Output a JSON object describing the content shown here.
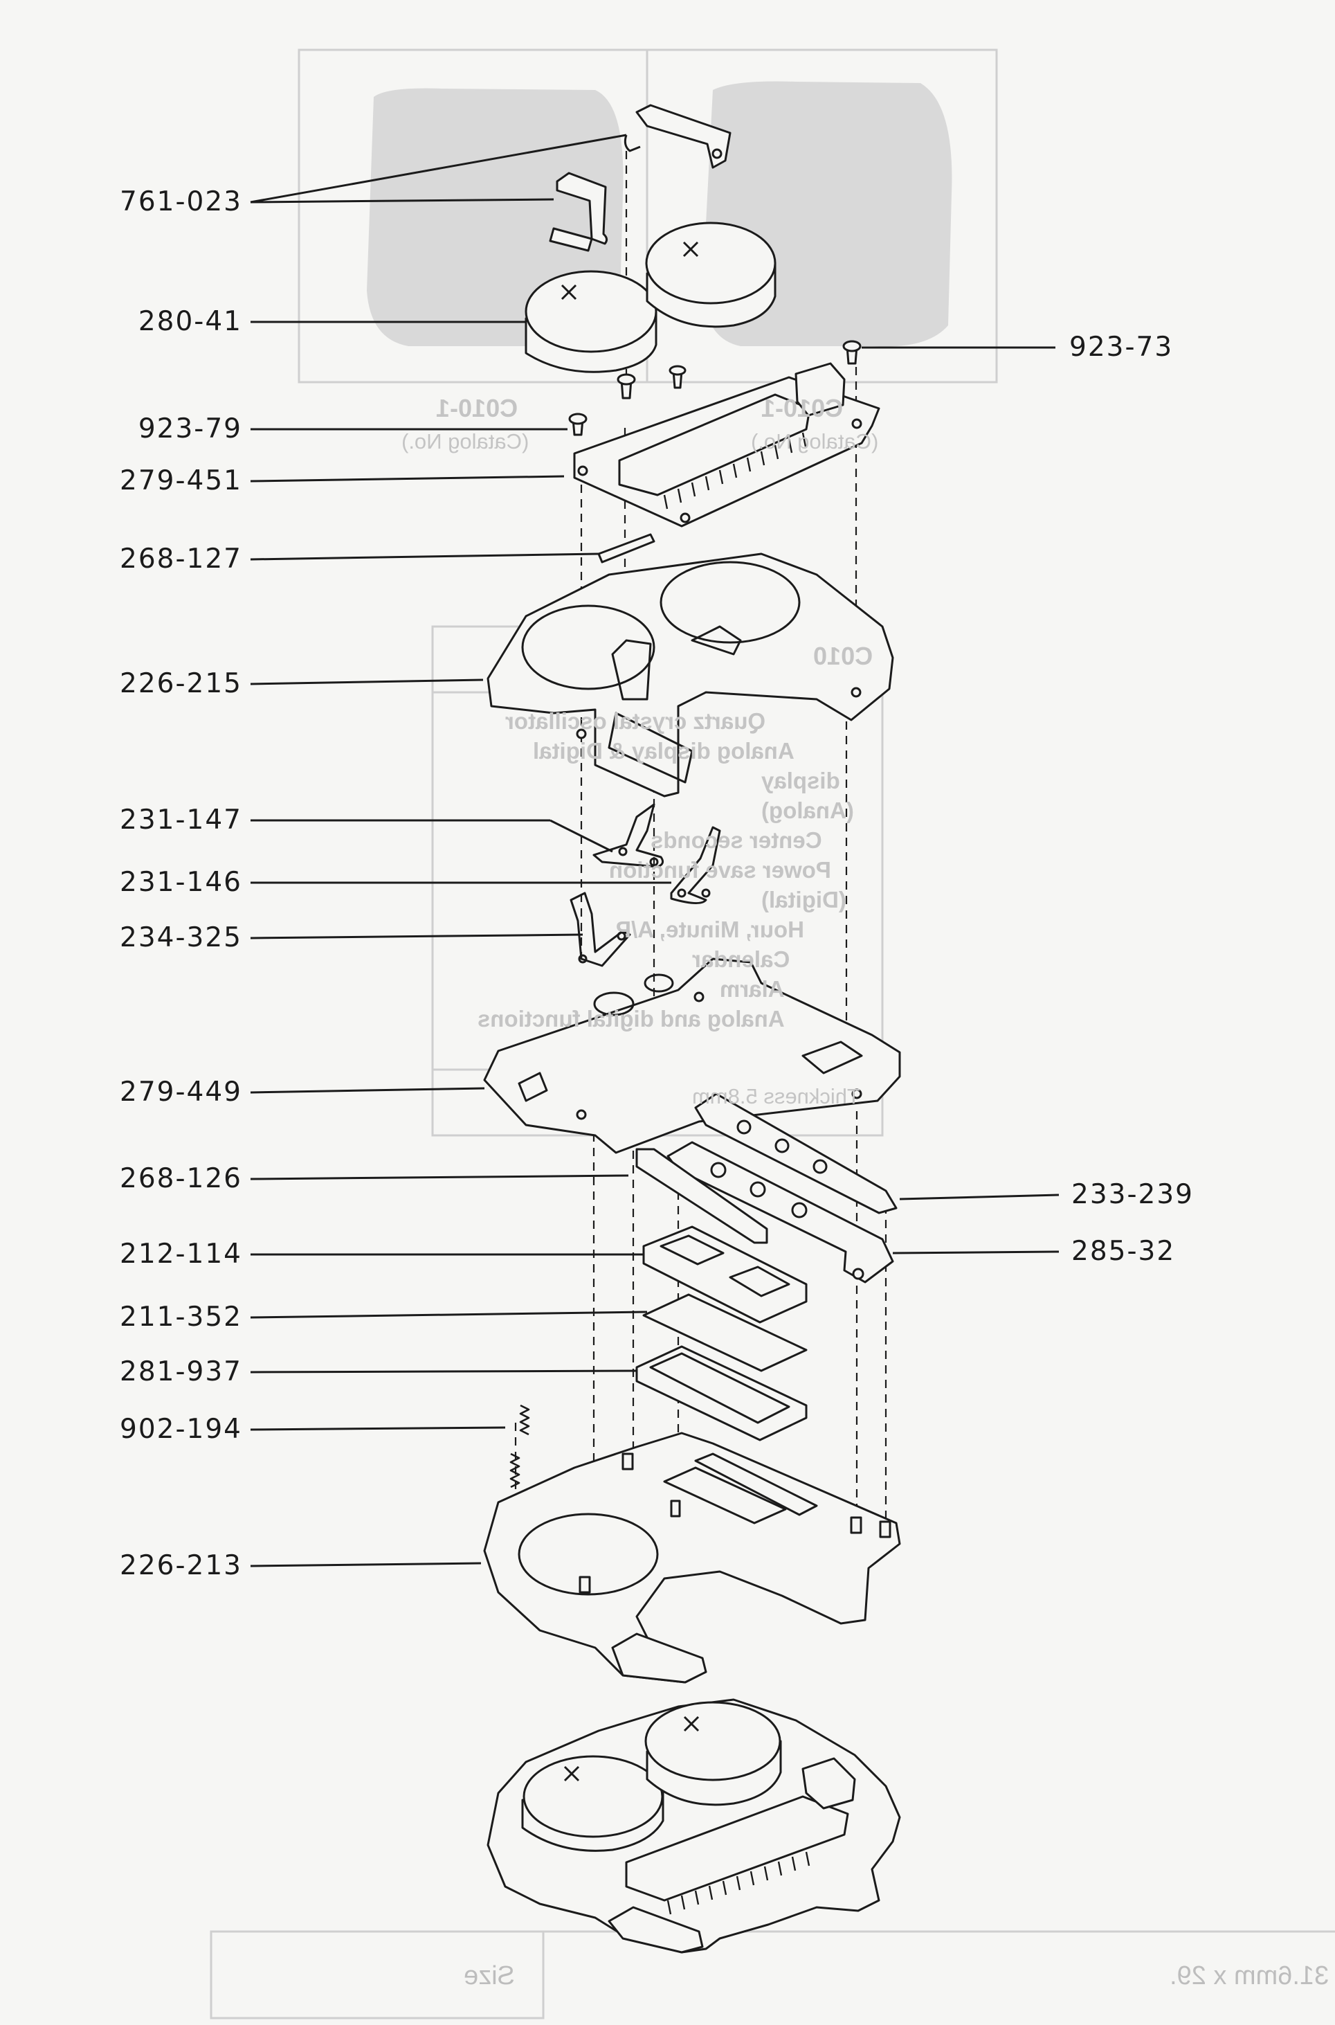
{
  "leader_lines": {
    "left": [
      {
        "id": "761-023",
        "label": "761-023"
      },
      {
        "id": "280-41",
        "label": "280-41"
      },
      {
        "id": "923-79",
        "label": "923-79"
      },
      {
        "id": "279-451",
        "label": "279-451"
      },
      {
        "id": "268-127",
        "label": "268-127"
      },
      {
        "id": "226-215",
        "label": "226-215"
      },
      {
        "id": "231-147",
        "label": "231-147"
      },
      {
        "id": "231-146",
        "label": "231-146"
      },
      {
        "id": "234-325",
        "label": "234-325"
      },
      {
        "id": "279-449",
        "label": "279-449"
      },
      {
        "id": "268-126",
        "label": "268-126"
      },
      {
        "id": "212-114",
        "label": "212-114"
      },
      {
        "id": "211-352",
        "label": "211-352"
      },
      {
        "id": "281-937",
        "label": "281-937"
      },
      {
        "id": "902-194",
        "label": "902-194"
      },
      {
        "id": "226-213",
        "label": "226-213"
      }
    ],
    "right": [
      {
        "id": "923-73",
        "label": "923-73"
      },
      {
        "id": "233-239",
        "label": "233-239"
      },
      {
        "id": "285-32",
        "label": "285-32"
      }
    ]
  },
  "show_through": {
    "caliber_left": "C010-1",
    "caliber_right": "C010-1",
    "catalog_note": "(Catalog No.)",
    "catalog_note_right": "(Catalog No.)",
    "box_heading": "C010",
    "features": [
      "Quartz crystal oscillator",
      "Analog display & Digital",
      "display",
      "(Analog)",
      "Center seconds",
      "Power save function",
      "(Digital)",
      "Hour, Minute, A/P",
      "Calendar",
      "Alarm",
      "Analog and digital functions"
    ],
    "thickness": "Thickness 5.8mm",
    "size_label": "Size",
    "size_value": "31.6mm x 29."
  },
  "colors": {
    "ink": "#1b1b1b",
    "paper": "#f6f6f4",
    "ghost": "#c4c4c4"
  }
}
